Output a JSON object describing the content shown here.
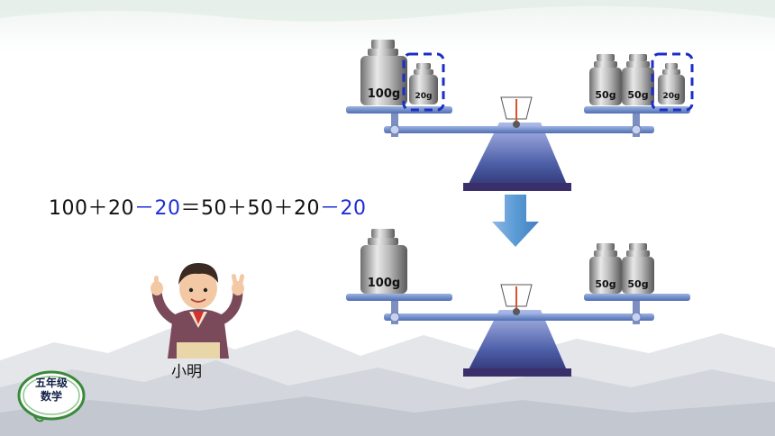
{
  "equation": {
    "part1": "100＋20",
    "minus_a": "－20",
    "part2": "＝50＋50＋20",
    "minus_b": "－20"
  },
  "top_scale": {
    "left_weights": [
      "100g",
      "20g"
    ],
    "right_weights": [
      "50g",
      "50g",
      "20g"
    ]
  },
  "bottom_scale": {
    "left_weights": [
      "100g"
    ],
    "right_weights": [
      "50g",
      "50g"
    ]
  },
  "character": {
    "name": "小明"
  },
  "badge": {
    "line1": "五年级",
    "line2": "数学"
  },
  "colors": {
    "highlight_box": "#1b2fc7",
    "arrow": "#5b9bd5",
    "scale_blue": "#5a7fc4",
    "minus_blue": "#1e2fd6"
  }
}
